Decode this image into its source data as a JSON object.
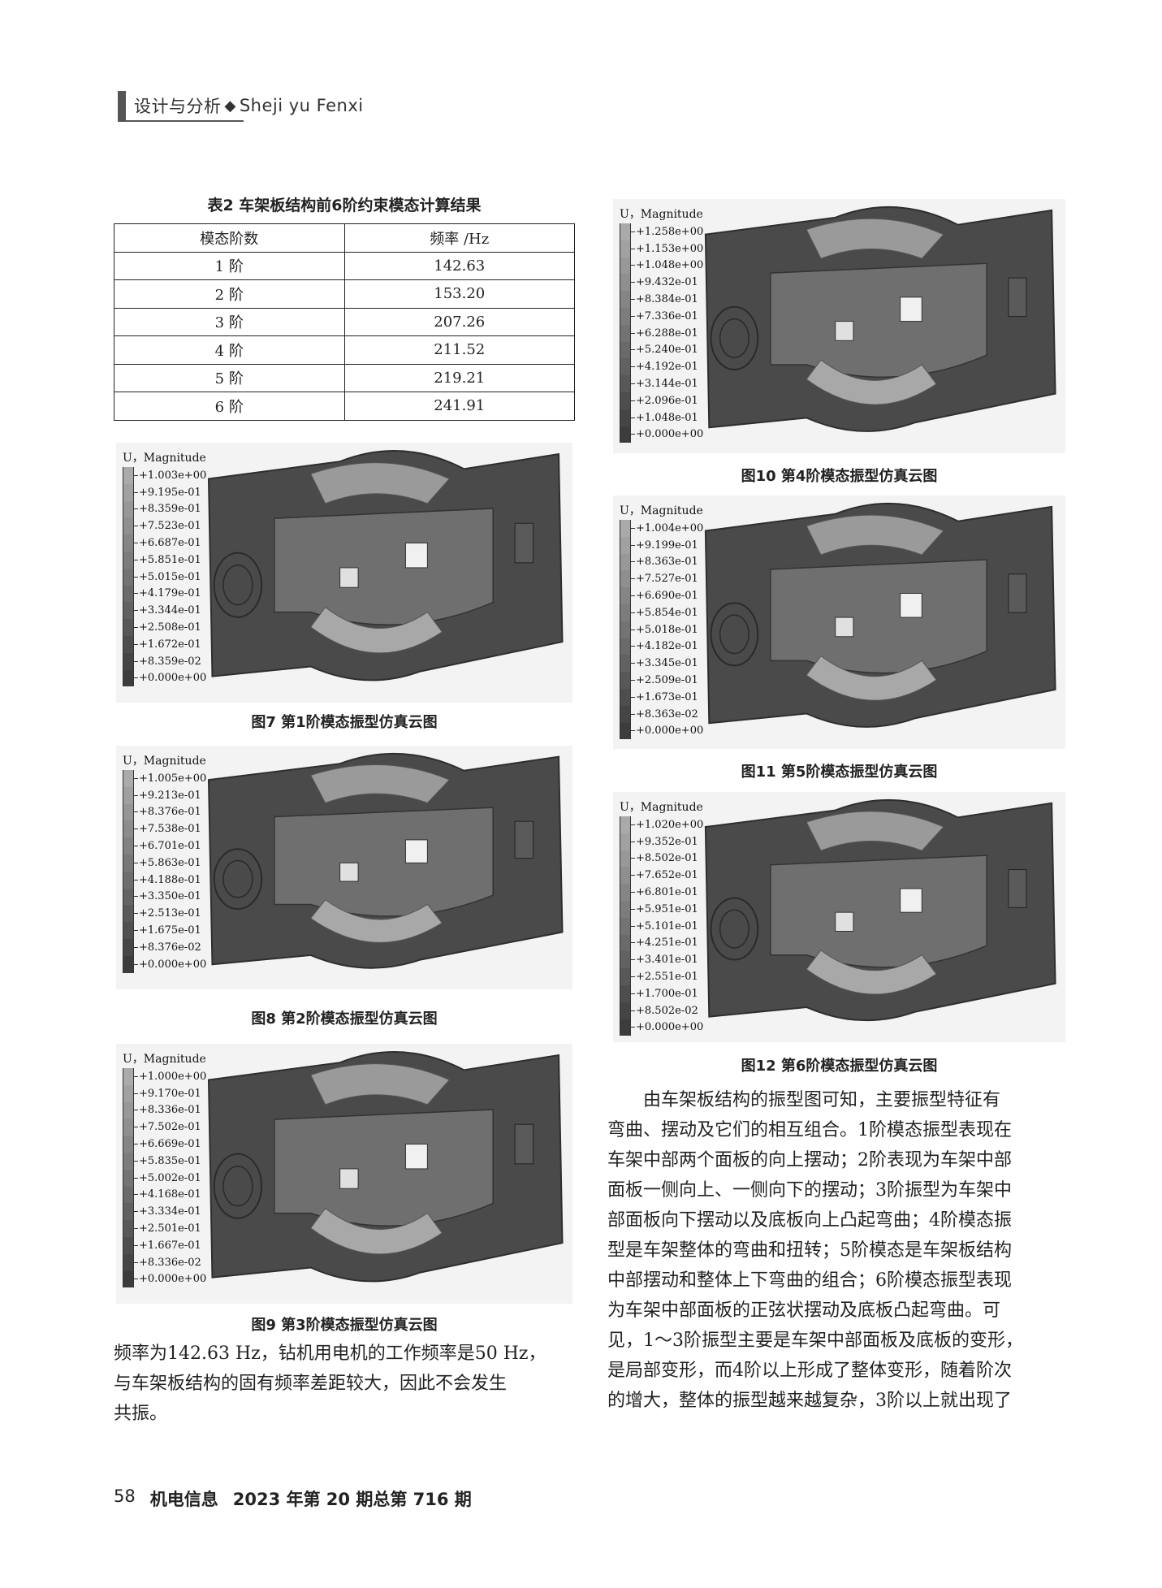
{
  "header": {
    "section": "设计与分析",
    "diamond": "◆",
    "pinyin": "Sheji  yu Fenxi"
  },
  "table": {
    "caption": "表2   车架板结构前6阶约束模态计算结果",
    "headers": [
      "模态阶数",
      "频率 /Hz"
    ],
    "rows": [
      [
        "1 阶",
        "142.63"
      ],
      [
        "2 阶",
        "153.20"
      ],
      [
        "3 阶",
        "207.26"
      ],
      [
        "4 阶",
        "211.52"
      ],
      [
        "5 阶",
        "219.21"
      ],
      [
        "6 阶",
        "241.91"
      ]
    ]
  },
  "figures": [
    {
      "caption": "图7    第1阶模态振型仿真云图",
      "legend_title": "U，Magnitude",
      "values": [
        "+1.003e+00",
        "+9.195e-01",
        "+8.359e-01",
        "+7.523e-01",
        "+6.687e-01",
        "+5.851e-01",
        "+5.015e-01",
        "+4.179e-01",
        "+3.344e-01",
        "+2.508e-01",
        "+1.672e-01",
        "+8.359e-02",
        "+0.000e+00"
      ]
    },
    {
      "caption": "图8    第2阶模态振型仿真云图",
      "legend_title": "U，Magnitude",
      "values": [
        "+1.005e+00",
        "+9.213e-01",
        "+8.376e-01",
        "+7.538e-01",
        "+6.701e-01",
        "+5.863e-01",
        "+4.188e-01",
        "+3.350e-01",
        "+2.513e-01",
        "+1.675e-01",
        "+8.376e-02",
        "+0.000e+00"
      ]
    },
    {
      "caption": "图9    第3阶模态振型仿真云图",
      "legend_title": "U，Magnitude",
      "values": [
        "+1.000e+00",
        "+9.170e-01",
        "+8.336e-01",
        "+7.502e-01",
        "+6.669e-01",
        "+5.835e-01",
        "+5.002e-01",
        "+4.168e-01",
        "+3.334e-01",
        "+2.501e-01",
        "+1.667e-01",
        "+8.336e-02",
        "+0.000e+00"
      ]
    },
    {
      "caption": "图10    第4阶模态振型仿真云图",
      "legend_title": "U，Magnitude",
      "values": [
        "+1.258e+00",
        "+1.153e+00",
        "+1.048e+00",
        "+9.432e-01",
        "+8.384e-01",
        "+7.336e-01",
        "+6.288e-01",
        "+5.240e-01",
        "+4.192e-01",
        "+3.144e-01",
        "+2.096e-01",
        "+1.048e-01",
        "+0.000e+00"
      ]
    },
    {
      "caption": "图11    第5阶模态振型仿真云图",
      "legend_title": "U，Magnitude",
      "values": [
        "+1.004e+00",
        "+9.199e-01",
        "+8.363e-01",
        "+7.527e-01",
        "+6.690e-01",
        "+5.854e-01",
        "+5.018e-01",
        "+4.182e-01",
        "+3.345e-01",
        "+2.509e-01",
        "+1.673e-01",
        "+8.363e-02",
        "+0.000e+00"
      ]
    },
    {
      "caption": "图12    第6阶模态振型仿真云图",
      "legend_title": "U，Magnitude",
      "values": [
        "+1.020e+00",
        "+9.352e-01",
        "+8.502e-01",
        "+7.652e-01",
        "+6.801e-01",
        "+5.951e-01",
        "+5.101e-01",
        "+4.251e-01",
        "+3.401e-01",
        "+2.551e-01",
        "+1.700e-01",
        "+8.502e-02",
        "+0.000e+00"
      ]
    }
  ],
  "left_paragraph": [
    "频率为142.63 Hz，钻机用电机的工作频率是50 Hz，",
    "与车架板结构的固有频率差距较大，因此不会发生",
    "共振。"
  ],
  "right_paragraph": [
    "　　由车架板结构的振型图可知，主要振型特征有",
    "弯曲、摆动及它们的相互组合。1阶模态振型表现在",
    "车架中部两个面板的向上摆动；2阶表现为车架中部",
    "面板一侧向上、一侧向下的摆动；3阶振型为车架中",
    "部面板向下摆动以及底板向上凸起弯曲；4阶模态振",
    "型是车架整体的弯曲和扭转；5阶模态是车架板结构",
    "中部摆动和整体上下弯曲的组合；6阶模态振型表现",
    "为车架中部面板的正弦状摆动及底板凸起弯曲。可",
    "见，1～3阶振型主要是车架中部面板及底板的变形，",
    "是局部变形，而4阶以上形成了整体变形，随着阶次",
    "的增大，整体的振型越来越复杂，3阶以上就出现了"
  ],
  "footer": {
    "page_number": "58",
    "journal": "机电信息",
    "issue": "2023 年第 20 期总第 716 期"
  }
}
